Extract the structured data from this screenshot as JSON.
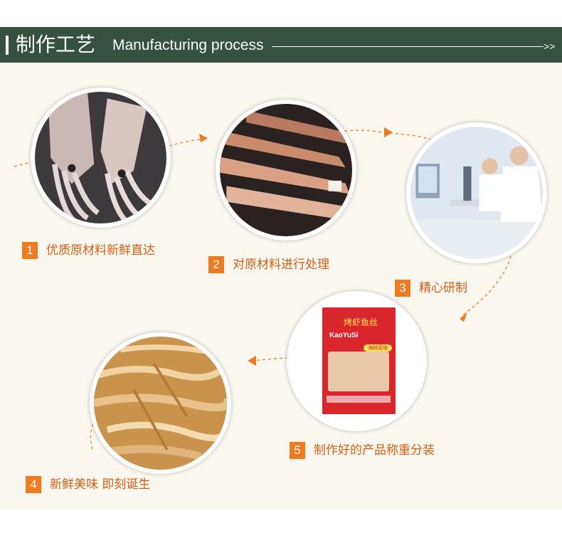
{
  "header": {
    "title_cn": "制作工艺",
    "title_en": "Manufacturing process",
    "arrows": ">>"
  },
  "steps": [
    {
      "num": "1",
      "label": "优质原材料新鲜直达",
      "image": "raw-squid"
    },
    {
      "num": "2",
      "label": "对原材料进行处理",
      "image": "processed-squid"
    },
    {
      "num": "3",
      "label": "精心研制",
      "image": "laboratory"
    },
    {
      "num": "5",
      "label": "制作好的产品称重分装",
      "image": "product-package"
    },
    {
      "num": "4",
      "label": "新鲜美味 即刻诞生",
      "image": "shredded-squid"
    }
  ],
  "package": {
    "brand": "烤虾鱼丝",
    "logo": "KaoYuSi",
    "badge": "海鲜原味"
  },
  "colors": {
    "header_bg": "#34523f",
    "panel_bg": "#faf7ef",
    "accent": "#ef7a1f",
    "label_text": "#d0611a"
  }
}
